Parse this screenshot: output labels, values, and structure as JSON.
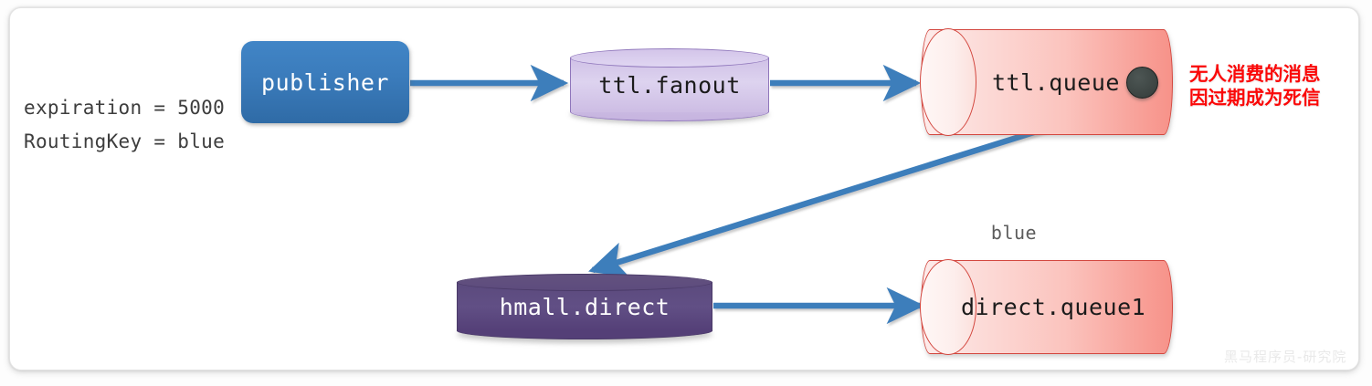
{
  "diagram": {
    "config_lines": [
      "expiration = 5000",
      "RoutingKey = blue"
    ],
    "nodes": {
      "publisher": {
        "label": "publisher",
        "type": "rounded-box",
        "color": "#3b7cbc"
      },
      "ttl_fanout": {
        "label": "ttl.fanout",
        "type": "exchange-disk",
        "color": "#d5c8ea"
      },
      "ttl_queue": {
        "label": "ttl.queue",
        "type": "queue-cylinder",
        "color": "#f9c0b9"
      },
      "hmall_direct": {
        "label": "hmall.direct",
        "type": "exchange-disk",
        "color": "#5b4a7d"
      },
      "direct_queue1": {
        "label": "direct.queue1",
        "type": "queue-cylinder",
        "color": "#f9c0b9"
      }
    },
    "edge_labels": {
      "routing_key_blue": "blue"
    },
    "annotations": {
      "dead_letter_note_line1": "无人消费的消息",
      "dead_letter_note_line2": "因过期成为死信",
      "dead_letter_note_color": "#fa0808"
    },
    "message_dot": {
      "name": "message",
      "color": "#3e4644"
    },
    "arrow_color": "#3d7ebb",
    "watermark": "黑马程序员-研究院"
  }
}
